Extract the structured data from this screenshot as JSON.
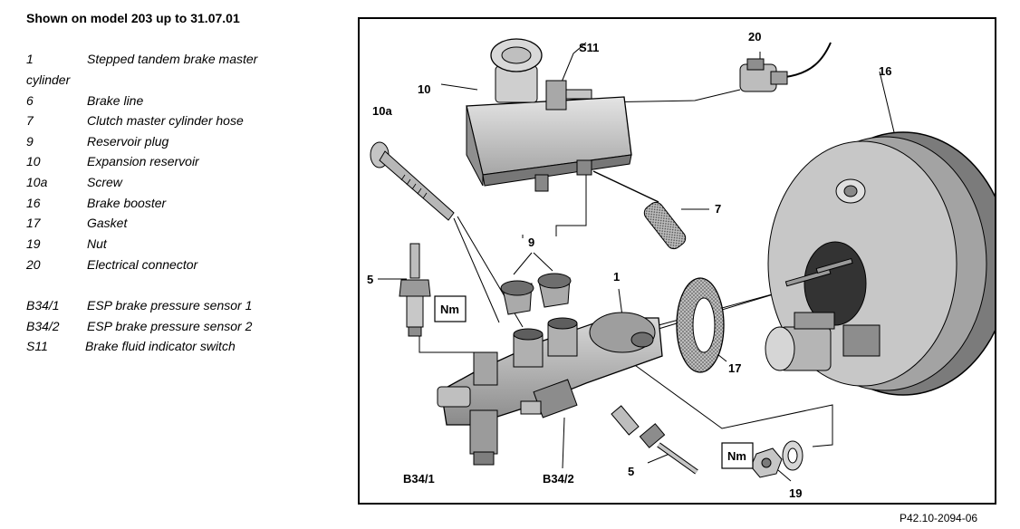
{
  "title": "Shown on model 203 up to 31.07.01",
  "legend": [
    {
      "num": "1",
      "desc": "Stepped tandem brake master",
      "desc_cont": "cylinder"
    },
    {
      "num": "6",
      "desc": "Brake line"
    },
    {
      "num": "7",
      "desc": "Clutch master cylinder hose"
    },
    {
      "num": "9",
      "desc": "Reservoir plug"
    },
    {
      "num": "10",
      "desc": "Expansion reservoir"
    },
    {
      "num": "10a",
      "desc": "Screw"
    },
    {
      "num": "16",
      "desc": "Brake booster"
    },
    {
      "num": "17",
      "desc": "Gasket"
    },
    {
      "num": "19",
      "desc": "Nut"
    },
    {
      "num": "20",
      "desc": "Electrical connector"
    },
    {
      "num": "B34/1",
      "desc": "ESP brake pressure sensor 1"
    },
    {
      "num": "B34/2",
      "desc": "ESP brake pressure sensor 2"
    },
    {
      "num": "S11",
      "desc": "Brake fluid indicator switch"
    }
  ],
  "callouts": {
    "c20": "20",
    "s11": "S11",
    "c10": "10",
    "c10a": "10a",
    "c16": "16",
    "c7": "7",
    "c9": "9",
    "c5a": "5",
    "c1": "1",
    "nm1": "Nm",
    "c17": "17",
    "b341": "B34/1",
    "b342": "B34/2",
    "c5b": "5",
    "nm2": "Nm",
    "c19": "19"
  },
  "caption": "P42.10-2094-06"
}
